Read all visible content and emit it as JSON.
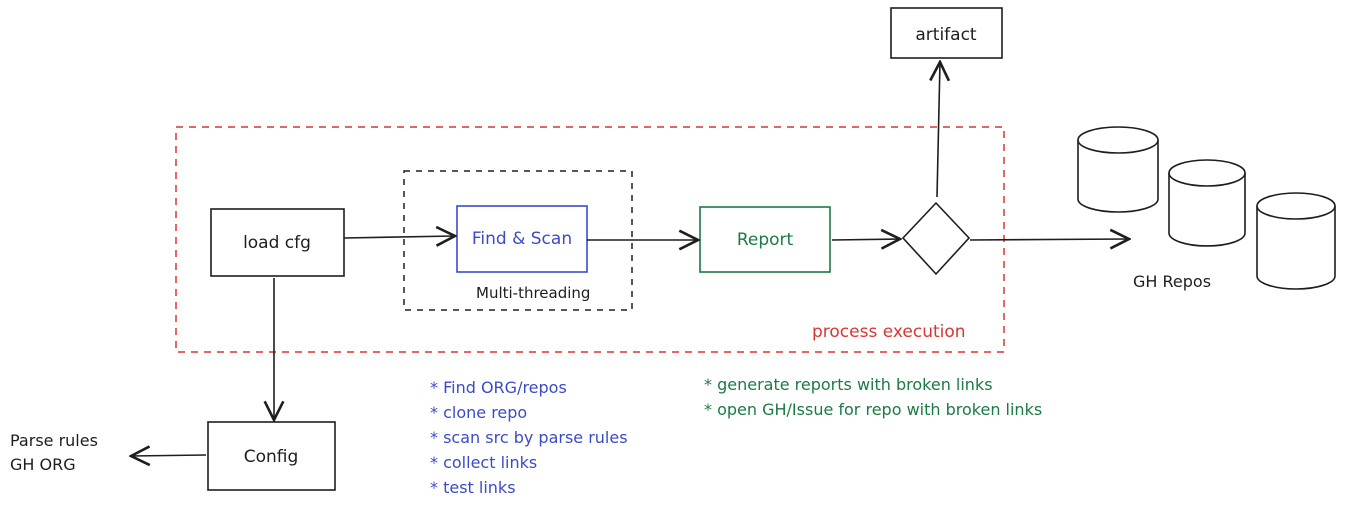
{
  "nodes": {
    "load_cfg": "load cfg",
    "find_scan": "Find & Scan",
    "report": "Report",
    "artifact": "artifact",
    "config": "Config",
    "multithreading": "Multi-threading",
    "process_execution": "process execution",
    "gh_repos": "GH Repos",
    "parse_rules": [
      "Parse rules",
      "GH ORG"
    ]
  },
  "notes": {
    "scan_steps": [
      "* Find ORG/repos",
      "* clone repo",
      "* scan src by parse rules",
      "* collect links",
      "* test links"
    ],
    "report_steps": [
      "* generate reports with broken links",
      "* open GH/Issue for repo with broken links"
    ]
  },
  "colors": {
    "ink": "#1e1e1e",
    "blue": "#3b4bc8",
    "green": "#1c7a45",
    "red": "#d93535"
  }
}
